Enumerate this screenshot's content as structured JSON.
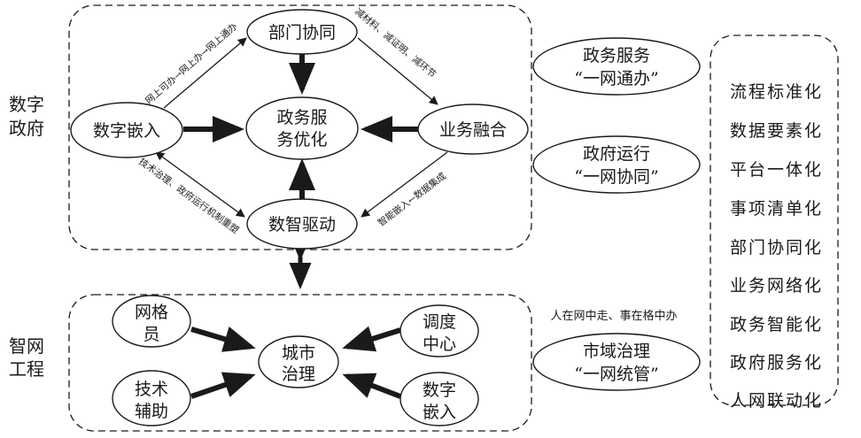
{
  "sections": {
    "digital_government": {
      "label_line1": "数字",
      "label_line2": "政府"
    },
    "smart_grid": {
      "label_line1": "智网",
      "label_line2": "工程"
    }
  },
  "upper_nodes": {
    "department": "部门协同",
    "embed": "数字嵌入",
    "center_line1": "政务服",
    "center_line2": "务优化",
    "business": "业务融合",
    "drive": "数智驱动"
  },
  "edge_labels": {
    "embed_to_department": "网上可办→网上办→网上通办",
    "department_to_business": "减材料、减证明、减环节",
    "embed_drive": "技术治理、政府运行机制重塑",
    "business_to_drive": "智能嵌入←数据集成"
  },
  "lower_nodes": {
    "grid_member": {
      "line1": "网格",
      "line2": "员"
    },
    "tech_assist": {
      "line1": "技术",
      "line2": "辅助"
    },
    "city": {
      "line1": "城市",
      "line2": "治理"
    },
    "dispatch": {
      "line1": "调度",
      "line2": "中心"
    },
    "digital_embed": {
      "line1": "数字",
      "line2": "嵌入"
    }
  },
  "outcomes": [
    {
      "line1": "政务服务",
      "line2": "“一网通办”"
    },
    {
      "line1": "政府运行",
      "line2": "“一网协同”"
    },
    {
      "line1": "市域治理",
      "line2": "“一网统管”"
    }
  ],
  "outcome_note": "人在网中走、事在格中办",
  "features": [
    "流程标准化",
    "数据要素化",
    "平台一体化",
    "事项清单化",
    "部门协同化",
    "业务网络化",
    "政务智能化",
    "政府服务化",
    "人网联动化"
  ]
}
